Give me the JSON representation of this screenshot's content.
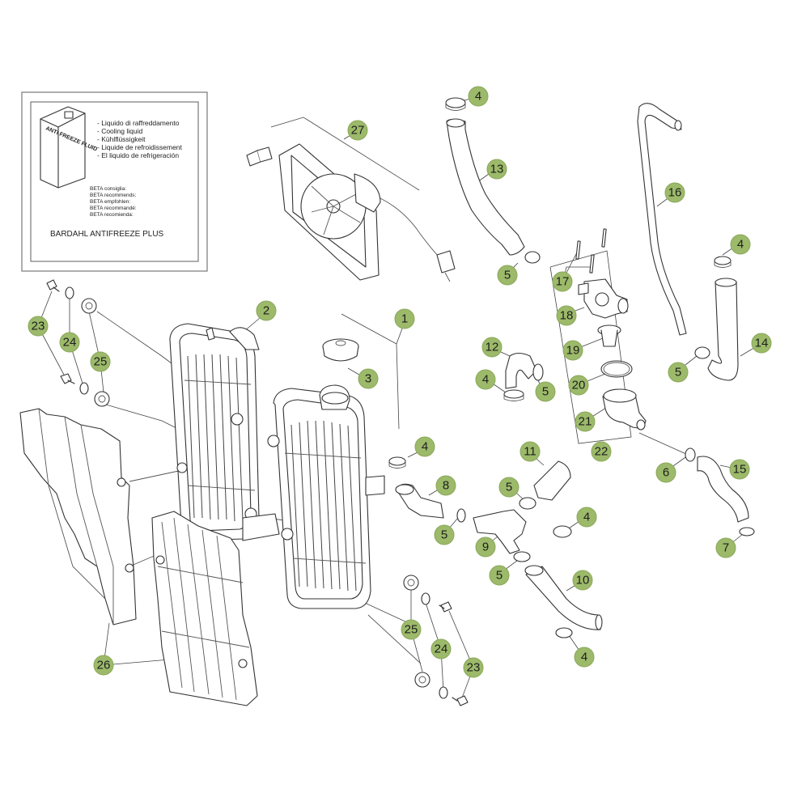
{
  "legend": {
    "can_label": "ANTI FREEZE FLUID",
    "languages": [
      "- Liquido di raffreddamento",
      "- Cooling liquid",
      "- Kühlflüssigkeit",
      "- Liquide de refroidissement",
      "- El liquido de refrigeración"
    ],
    "recommends": [
      "BETA consiglia:",
      "BETA recommends:",
      "BETA empfohlen:",
      "BETA recommandé:",
      "BETA recomienda:"
    ],
    "product": "BARDAHL ANTIFREEZE PLUS"
  },
  "callouts": [
    "1",
    "2",
    "3",
    "4",
    "4",
    "4",
    "4",
    "4",
    "4",
    "5",
    "5",
    "5",
    "5",
    "5",
    "5",
    "6",
    "7",
    "8",
    "9",
    "10",
    "11",
    "12",
    "13",
    "14",
    "15",
    "16",
    "17",
    "18",
    "19",
    "20",
    "21",
    "22",
    "23",
    "23",
    "24",
    "24",
    "25",
    "25",
    "26",
    "27"
  ],
  "colors": {
    "callout_fill": "#9cba6a",
    "line": "#333333"
  }
}
